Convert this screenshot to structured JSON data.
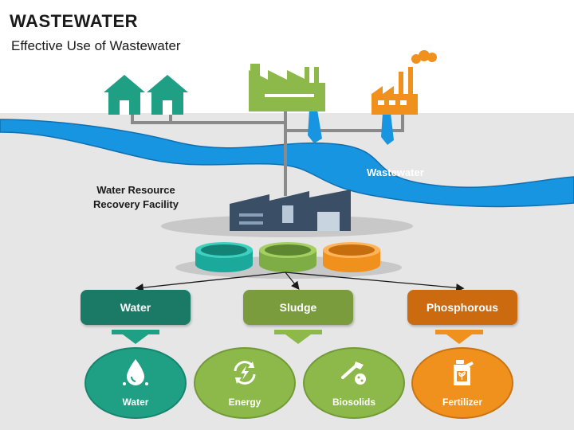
{
  "header": {
    "title": "WASTEWATER",
    "subtitle": "Effective Use of Wastewater"
  },
  "scene": {
    "wastewater_label": "Wastewater",
    "facility_label_line1": "Water Resource",
    "facility_label_line2": "Recovery Facility"
  },
  "outputs": [
    {
      "label": "Water",
      "color": "#1a7a66",
      "result": {
        "label": "Water",
        "icon": "water-drop-icon",
        "color": "#1fa085"
      }
    },
    {
      "label": "Sludge",
      "color": "#7a9c3c",
      "result": {
        "label": "Energy",
        "icon": "energy-recycle-icon",
        "color": "#8db94a"
      }
    },
    {
      "label": "Sludge",
      "color": "#7a9c3c",
      "result": {
        "label": "Biosolids",
        "icon": "biosolids-icon",
        "color": "#8db94a"
      }
    },
    {
      "label": "Phosphorous",
      "color": "#cc6a10",
      "result": {
        "label": "Fertilizer",
        "icon": "fertilizer-can-icon",
        "color": "#f0911e"
      }
    }
  ],
  "colors": {
    "river": "#1795e0",
    "ground": "#e8e8e8",
    "house": "#1fa085",
    "factory_green": "#8db94a",
    "factory_orange": "#f0911e",
    "facility": "#3a4e66"
  }
}
